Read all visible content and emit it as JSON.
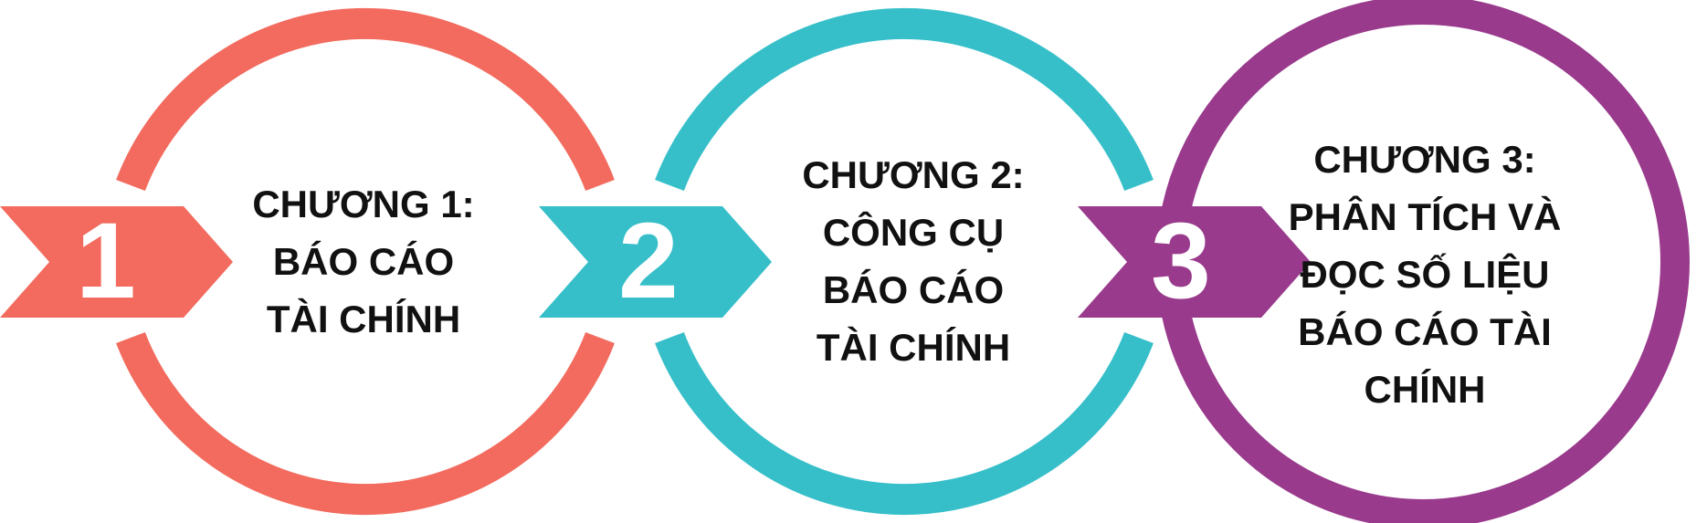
{
  "steps": [
    {
      "number": "1",
      "color": "#f26b5e",
      "lines": [
        "CHƯƠNG 1:",
        "BÁO CÁO",
        "TÀI CHÍNH"
      ]
    },
    {
      "number": "2",
      "color": "#37bfc9",
      "lines": [
        "CHƯƠNG 2:",
        "CÔNG CỤ",
        "BÁO CÁO",
        "TÀI CHÍNH"
      ]
    },
    {
      "number": "3",
      "color": "#993a8c",
      "lines": [
        "CHƯƠNG 3:",
        "PHÂN TÍCH VÀ",
        "ĐỌC SỐ LIỆU",
        "BÁO CÁO TÀI",
        "CHÍNH"
      ]
    }
  ]
}
